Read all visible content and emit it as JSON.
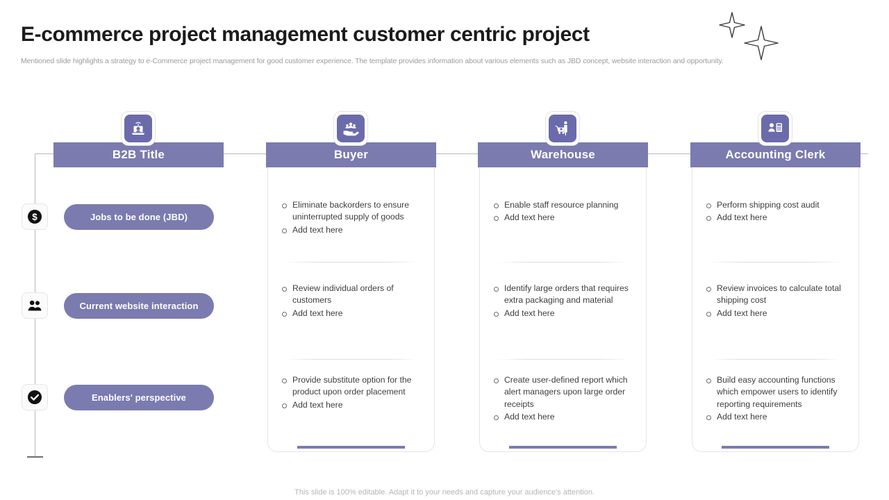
{
  "header": {
    "title": "E-commerce project management customer centric project",
    "subtitle": "Mentioned slide highlights a strategy to  e-Commerce project management for good customer experience. The template provides information about various elements such as JBD concept, website interaction and opportunity.",
    "decoration_icon": "four-point-star-icon"
  },
  "colors": {
    "accent": "#7b7bb0",
    "icon_tile": "#6b6bab",
    "line": "#b9b9bd",
    "body_text": "#3e3e42",
    "muted_text": "#9b9b9b"
  },
  "columns": [
    {
      "id": "b2b",
      "title": "B2B Title",
      "icon": "laptop-video-call-icon"
    },
    {
      "id": "buyer",
      "title": "Buyer",
      "icon": "hand-holding-people-icon"
    },
    {
      "id": "warehouse",
      "title": "Warehouse",
      "icon": "person-pushing-cart-icon"
    },
    {
      "id": "accounting-clerk",
      "title": "Accounting Clerk",
      "icon": "person-calculator-icon"
    }
  ],
  "steps": [
    {
      "label": "Jobs to be done (JBD)",
      "icon": "dollar-circle-icon"
    },
    {
      "label": "Current website interaction",
      "icon": "two-people-icon"
    },
    {
      "label": "Enablers' perspective",
      "icon": "check-circle-icon"
    }
  ],
  "cards": {
    "buyer": {
      "groups": [
        [
          "Eliminate backorders to ensure uninterrupted supply of goods",
          "Add text here"
        ],
        [
          "Review individual  orders of customers",
          "Add text here"
        ],
        [
          "Provide substitute option for the product upon order placement",
          "Add text here"
        ]
      ]
    },
    "warehouse": {
      "groups": [
        [
          "Enable staff resource planning",
          "Add text here"
        ],
        [
          "Identify large orders that requires extra packaging and material",
          "Add text here"
        ],
        [
          "Create user-defined report which alert managers upon large order receipts",
          "Add text here"
        ]
      ]
    },
    "accounting_clerk": {
      "groups": [
        [
          "Perform shipping cost audit",
          "Add text here"
        ],
        [
          "Review invoices to calculate total shipping cost",
          "Add text here"
        ],
        [
          "Build easy accounting functions which empower users to identify reporting requirements",
          "Add text here"
        ]
      ]
    }
  },
  "footer": {
    "note": "This slide is 100% editable. Adapt it to your needs and capture your audience's attention."
  }
}
